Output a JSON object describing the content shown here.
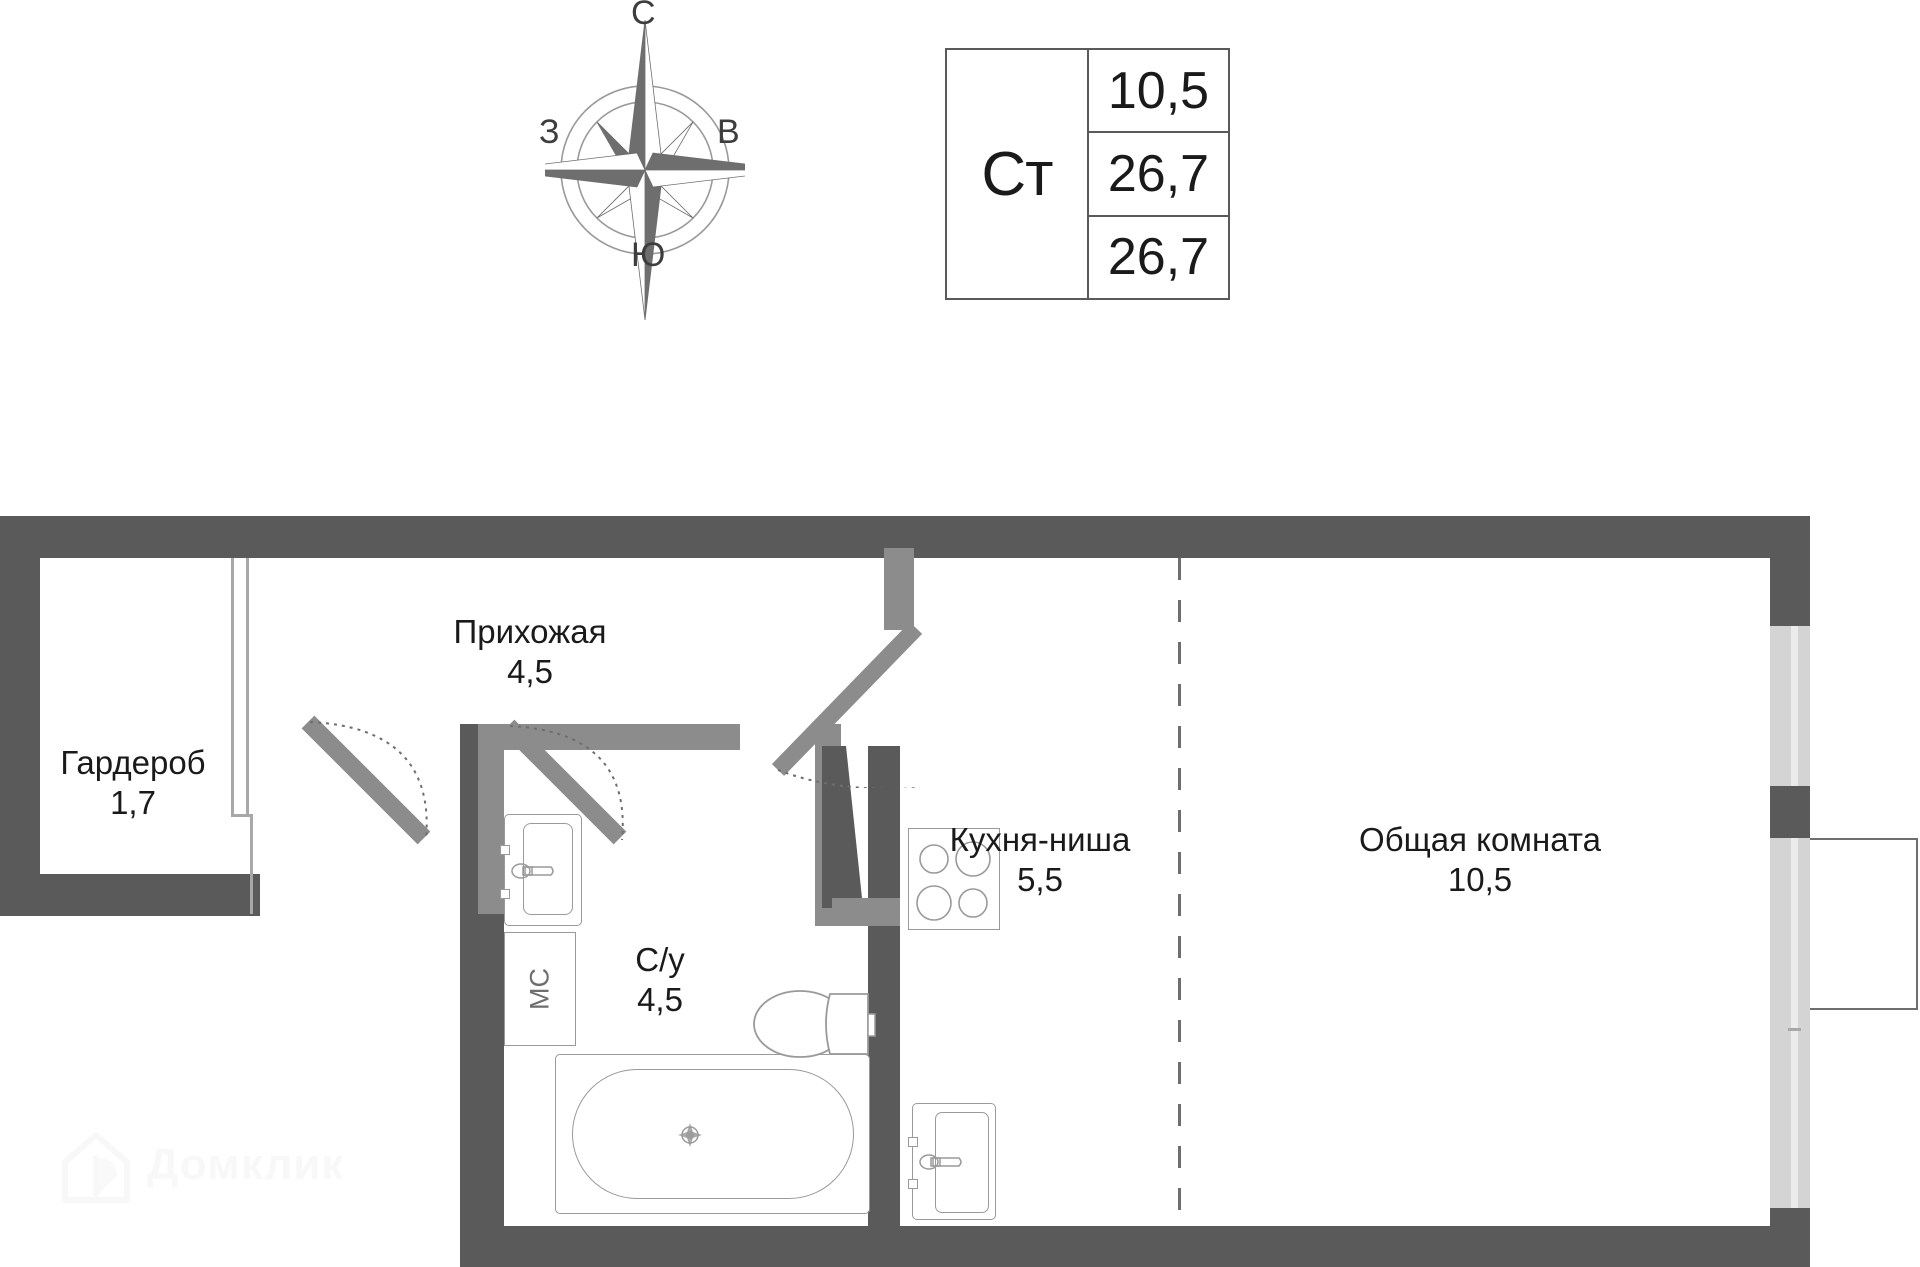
{
  "compass": {
    "name": "compass-rose",
    "north": "С",
    "south": "Ю",
    "east": "В",
    "west": "З"
  },
  "area_table": {
    "type_code": "Ст",
    "living_area": "10,5",
    "total_area": "26,7",
    "area_with_balcony": "26,7"
  },
  "rooms": [
    {
      "key": "wardrobe",
      "name": "Гардероб",
      "area": "1,7"
    },
    {
      "key": "hallway",
      "name": "Прихожая",
      "area": "4,5"
    },
    {
      "key": "bathroom",
      "name": "С/у",
      "area": "4,5"
    },
    {
      "key": "kitchen_niche",
      "name": "Кухня-ниша",
      "area": "5,5"
    },
    {
      "key": "living_room",
      "name": "Общая комната",
      "area": "10,5"
    }
  ],
  "fixtures": {
    "washing_machine_label": "МС",
    "bathroom_sink": "washbasin-fixture",
    "bathtub": "bathtub-fixture",
    "toilet": "toilet-fixture",
    "cooktop": "cooktop-4-burner-fixture",
    "kitchen_sink": "kitchen-sink-fixture"
  },
  "watermark": {
    "text": "Домклик",
    "logo": "house-logo-icon"
  },
  "colors": {
    "wall": "#5a5a5a",
    "wall_light": "#8c8c8c",
    "fixture_stroke": "#9a9a9a",
    "glass": "#d4d4d4",
    "text": "#1a1a1a"
  }
}
